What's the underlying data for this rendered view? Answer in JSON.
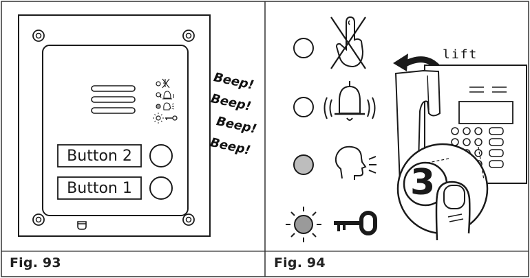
{
  "figures": [
    {
      "caption": "Fig. 93"
    },
    {
      "caption": "Fig. 94"
    }
  ],
  "panel": {
    "buttons": [
      {
        "label": "Button 2"
      },
      {
        "label": "Button 1"
      }
    ],
    "beep_text": [
      "Beep!",
      "Beep!",
      "Beep!",
      "Beep!"
    ]
  },
  "status_legend": [
    {
      "state": "off",
      "icon": "call-rejected-hand-icon"
    },
    {
      "state": "off",
      "icon": "ringing-bell-icon"
    },
    {
      "state": "on",
      "icon": "speaking-head-icon"
    },
    {
      "state": "flashing",
      "icon": "door-key-icon"
    }
  ],
  "handset": {
    "action_text": "lift",
    "key_digit": "3"
  }
}
